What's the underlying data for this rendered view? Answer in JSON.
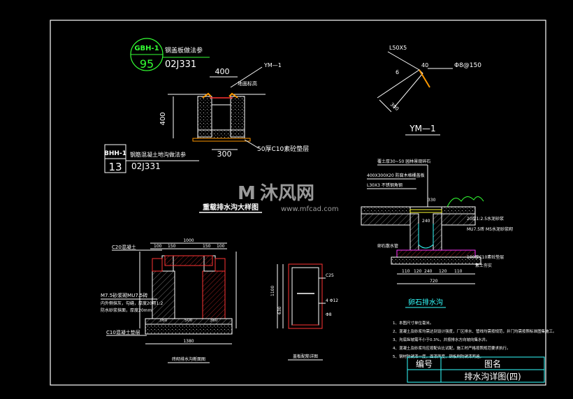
{
  "detail_refs": [
    {
      "code": "GBH-1",
      "num": "95",
      "std": "02J331",
      "desc": "钢盖板做法参"
    },
    {
      "code": "BHH-1",
      "num": "13",
      "std": "02J331",
      "desc": "钢筋混凝土地沟做法参"
    }
  ],
  "heavy_trench": {
    "dims": {
      "w400": "400",
      "h400": "400",
      "b300": "300"
    },
    "tag_ym": "YM—1",
    "ground": "地面标高",
    "base_note": "50厚C10素砼垫层",
    "title": "重载排水沟大样图"
  },
  "ym_detail": {
    "angle": "L50X5",
    "rebar": "Φ8@150",
    "d6": "6",
    "d40": "40",
    "d300": "300",
    "title": "YM—1"
  },
  "watermark": {
    "brand": "沐风网",
    "url": "www.mfcad.com"
  },
  "stone_trench": {
    "notes": [
      "覆土厚30~50 园林景观碎石",
      "400X300X20 防腐木格栅盖板",
      "L30X3 不锈钢角钢",
      "20厚1:2.5水泥砂浆",
      "MU7.5砖 M5水泥砂浆砌",
      "100厚C10素砼垫层",
      "素土夯实",
      "卵石散水管"
    ],
    "dims": [
      "110",
      "120",
      "240",
      "120",
      "110",
      "720",
      "330",
      "240"
    ],
    "title": "卵石排水沟"
  },
  "section_large": {
    "top_note": "C20混凝土",
    "wall_notes": [
      "M7.5砂浆砌MU7.5砖",
      "内外侧抹灰，勾缝，厚度20用1:2",
      "防水砂浆抹面，厚度20mm"
    ],
    "base_note": "C10混凝土垫层",
    "dims": [
      "1000",
      "100",
      "150",
      "150",
      "100",
      "360",
      "500",
      "360",
      "1380"
    ],
    "title": "砖砌排水沟断面图"
  },
  "section_small": {
    "dims": [
      "1100",
      "630",
      "C25",
      "4 Φ12",
      "Φ8"
    ],
    "title": "盖板配筋详图"
  },
  "notes": [
    "1、本图尺寸单位毫米。",
    "2、混凝土及砂浆均需达到设计强度，厂区排水、管线均需按规范，井门均需按照标准图集施工。",
    "3、沟底纵坡需不小于0.3%，并按排水方向坡向集水井。",
    "4、混凝土及砂浆均应按配合比试配，施工时严格按照规范要求执行。",
    "5、钢材防锈漆一度，面漆两度，钢板刷防锈漆两遍。"
  ],
  "title_block": {
    "col1": "编号",
    "col2": "图名",
    "drawing_name": "排水沟详图(四)"
  },
  "colors": {
    "line": "#ffffff",
    "green": "#33ff33",
    "magenta": "#ff33ff",
    "red": "#ff2222",
    "cyan": "#33ffff",
    "yellow": "#ffff33",
    "orange": "#ff9900"
  }
}
